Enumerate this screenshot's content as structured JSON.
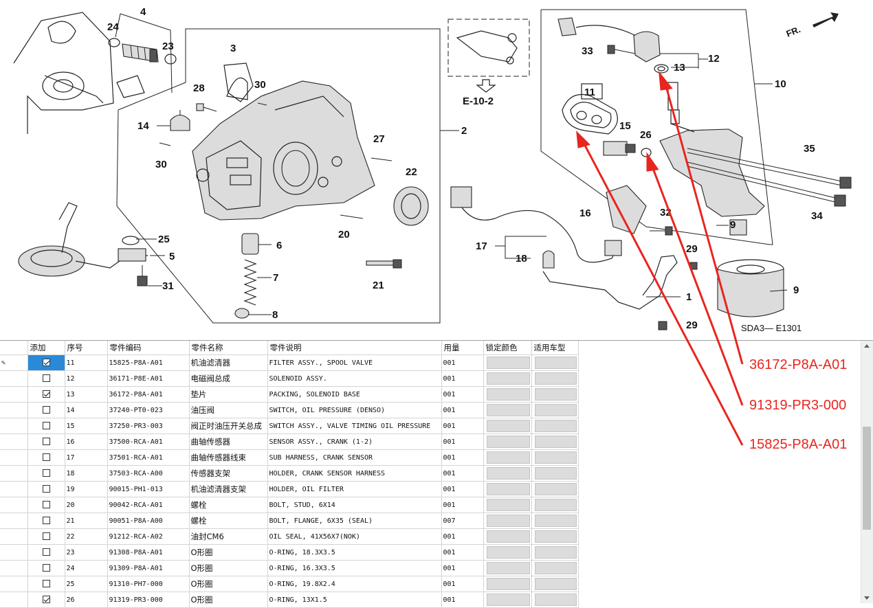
{
  "diagram": {
    "callouts": {
      "c1": "1",
      "c2": "2",
      "c3": "3",
      "c4": "4",
      "c5": "5",
      "c6": "6",
      "c7": "7",
      "c8": "8",
      "c9a": "9",
      "c9b": "9",
      "c10": "10",
      "c11": "11",
      "c12": "12",
      "c13": "13",
      "c14": "14",
      "c15": "15",
      "c16": "16",
      "c17": "17",
      "c18": "18",
      "c20": "20",
      "c21": "21",
      "c22": "22",
      "c23": "23",
      "c24": "24",
      "c25": "25",
      "c26": "26",
      "c27": "27",
      "c28": "28",
      "c29a": "29",
      "c29b": "29",
      "c30a": "30",
      "c30b": "30",
      "c31": "31",
      "c32": "32",
      "c33": "33",
      "c34": "34",
      "c35": "35"
    },
    "ref_label": "E-10-2",
    "fr_label": "FR.",
    "code_label": "SDA3— E1301",
    "highlight_color": "#f4a0a0"
  },
  "annotations": {
    "color": "#e8251f",
    "labels": [
      "36172-P8A-A01",
      "91319-PR3-000",
      "15825-P8A-A01"
    ]
  },
  "grid": {
    "headers": [
      "添加",
      "序号",
      "零件编码",
      "零件名称",
      "零件说明",
      "用量",
      "锁定颜色",
      "适用车型"
    ],
    "rows": [
      {
        "checked": true,
        "no": "11",
        "code": "15825-P8A-A01",
        "name": "机油滤清器",
        "desc": "FILTER ASSY., SPOOL VALVE",
        "qty": "001"
      },
      {
        "checked": false,
        "no": "12",
        "code": "36171-P8E-A01",
        "name": "电磁阀总成",
        "desc": "SOLENOID ASSY.",
        "qty": "001"
      },
      {
        "checked": true,
        "no": "13",
        "code": "36172-P8A-A01",
        "name": "垫片",
        "desc": "PACKING, SOLENOID BASE",
        "qty": "001"
      },
      {
        "checked": false,
        "no": "14",
        "code": "37240-PT0-023",
        "name": "油压阀",
        "desc": "SWITCH, OIL PRESSURE (DENSO)",
        "qty": "001"
      },
      {
        "checked": false,
        "no": "15",
        "code": "37250-PR3-003",
        "name": "阀正时油压开关总成",
        "desc": "SWITCH ASSY., VALVE TIMING OIL PRESSURE",
        "qty": "001"
      },
      {
        "checked": false,
        "no": "16",
        "code": "37500-RCA-A01",
        "name": "曲轴传感器",
        "desc": "SENSOR ASSY., CRANK (1-2)",
        "qty": "001"
      },
      {
        "checked": false,
        "no": "17",
        "code": "37501-RCA-A01",
        "name": "曲轴传感器线束",
        "desc": "SUB HARNESS, CRANK SENSOR",
        "qty": "001"
      },
      {
        "checked": false,
        "no": "18",
        "code": "37503-RCA-A00",
        "name": "传感器支架",
        "desc": "HOLDER, CRANK SENSOR HARNESS",
        "qty": "001"
      },
      {
        "checked": false,
        "no": "19",
        "code": "90015-PH1-013",
        "name": "机油滤清器支架",
        "desc": "HOLDER, OIL FILTER",
        "qty": "001"
      },
      {
        "checked": false,
        "no": "20",
        "code": "90042-RCA-A01",
        "name": "螺栓",
        "desc": "BOLT, STUD, 6X14",
        "qty": "001"
      },
      {
        "checked": false,
        "no": "21",
        "code": "90051-P8A-A00",
        "name": "螺栓",
        "desc": "BOLT, FLANGE, 6X35 (SEAL)",
        "qty": "007"
      },
      {
        "checked": false,
        "no": "22",
        "code": "91212-RCA-A02",
        "name": "油封CM6",
        "desc": "OIL SEAL, 41X56X7(NOK)",
        "qty": "001"
      },
      {
        "checked": false,
        "no": "23",
        "code": "91308-P8A-A01",
        "name": "O形圈",
        "desc": "O-RING, 18.3X3.5",
        "qty": "001"
      },
      {
        "checked": false,
        "no": "24",
        "code": "91309-P8A-A01",
        "name": "O形圈",
        "desc": "O-RING, 16.3X3.5",
        "qty": "001"
      },
      {
        "checked": false,
        "no": "25",
        "code": "91310-PH7-000",
        "name": "O形圈",
        "desc": "O-RING, 19.8X2.4",
        "qty": "001"
      },
      {
        "checked": true,
        "no": "26",
        "code": "91319-PR3-000",
        "name": "O形圈",
        "desc": "O-RING, 13X1.5",
        "qty": "001"
      }
    ],
    "selection_color": "#2a8ad8"
  }
}
